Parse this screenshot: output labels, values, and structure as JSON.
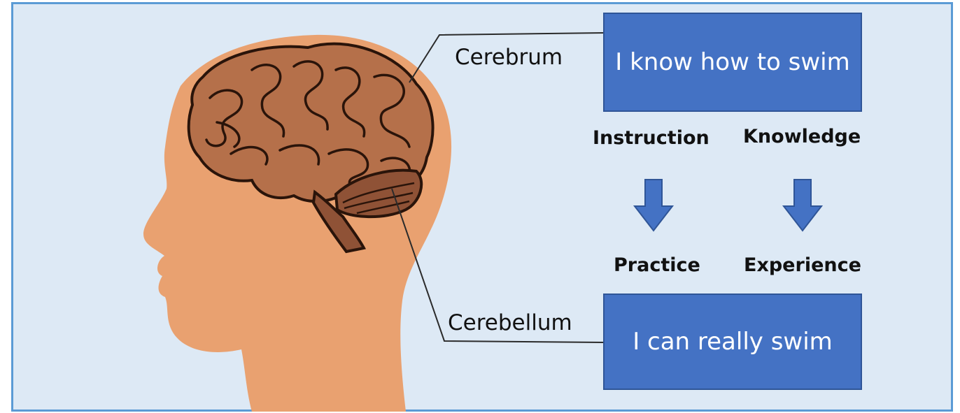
{
  "labels": {
    "cerebrum": "Cerebrum",
    "cerebellum": "Cerebellum"
  },
  "boxes": {
    "top": "I know how to swim",
    "bottom": "I can really swim"
  },
  "steps": {
    "instruction": "Instruction",
    "knowledge": "Knowledge",
    "practice": "Practice",
    "experience": "Experience"
  },
  "colors": {
    "background": "#dde9f5",
    "frame": "#5b9bd5",
    "box": "#4472c4",
    "skin": "#e9a170",
    "brain": "#b5704a",
    "cerebellum": "#8f5236"
  },
  "icons": [
    "head-silhouette-icon",
    "brain-icon",
    "down-arrow-icon"
  ]
}
